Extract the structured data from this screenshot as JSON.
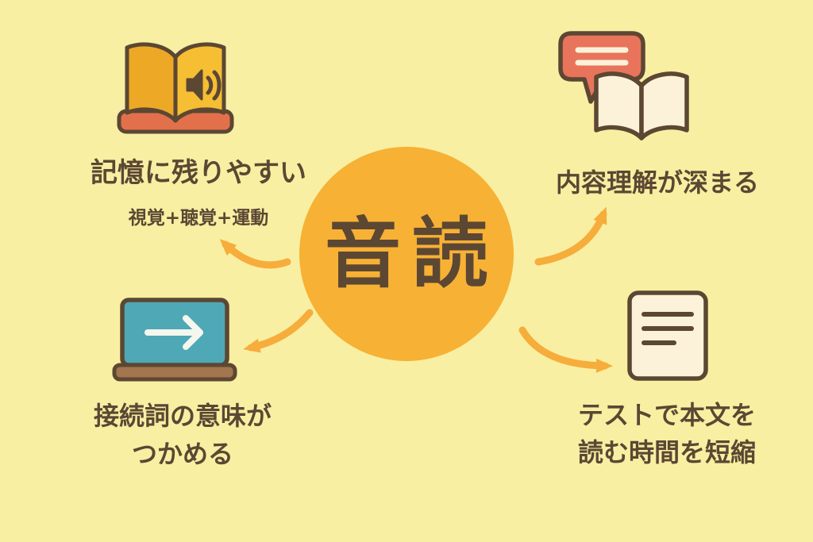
{
  "center": {
    "label": "音読"
  },
  "benefits": [
    {
      "id": "memory",
      "icon": "book-with-speaker-icon",
      "lines": [
        "記憶に残りやすい"
      ],
      "sub": "視覚+聴覚+運動"
    },
    {
      "id": "comprehension",
      "icon": "book-with-speech-bubble-icon",
      "lines": [
        "内容理解が深まる"
      ]
    },
    {
      "id": "conjunction",
      "icon": "board-with-arrow-icon",
      "lines": [
        "接続詞の意味が",
        "つかめる"
      ]
    },
    {
      "id": "test-time",
      "icon": "document-icon",
      "lines": [
        "テストで本文を",
        "読む時間を短縮"
      ]
    }
  ],
  "colors": {
    "background": "#F8EFA2",
    "circle": "#F7B134",
    "text": "#5C4733",
    "arrow": "#F6AD3B",
    "salmon": "#E8745B",
    "teal": "#4FA8B5",
    "cream": "#FCF2D9",
    "book_gold_left": "#EDA926",
    "book_gold_right": "#F5BE33",
    "board_base_brown": "#A3764F",
    "book_base_red": "#E2714B"
  }
}
